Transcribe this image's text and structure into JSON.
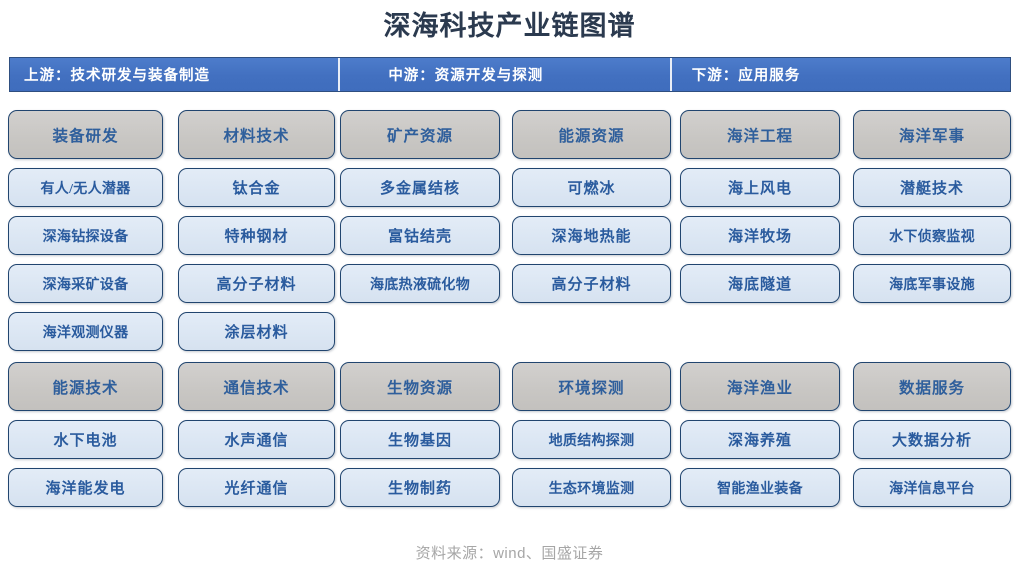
{
  "title": "深海科技产业链图谱",
  "stage_band": {
    "segments": [
      {
        "label": "上游：技术研发与装备制造"
      },
      {
        "label": "中游：资源开发与探测"
      },
      {
        "label": "下游：应用服务"
      }
    ],
    "color": "#4472c4",
    "text_color": "#ffffff"
  },
  "colors": {
    "title": "#2b3a4f",
    "band": "#4472c4",
    "category_fill": "#c8c6c4",
    "leaf_fill": "#dce6f1",
    "node_border": "#21456f",
    "node_text": "#2a5b9e",
    "source_text": "#a6a6a6"
  },
  "columns": [
    {
      "stage": "上游：技术研发与装备制造",
      "groups": [
        {
          "category": "装备研发",
          "items": [
            "有人/无人潜器",
            "深海钻探设备",
            "深海采矿设备",
            "海洋观测仪器"
          ]
        },
        {
          "category": "能源技术",
          "items": [
            "水下电池",
            "海洋能发电"
          ]
        }
      ]
    },
    {
      "stage": "上游：技术研发与装备制造",
      "groups": [
        {
          "category": "材料技术",
          "items": [
            "钛合金",
            "特种钢材",
            "高分子材料",
            "涂层材料"
          ]
        },
        {
          "category": "通信技术",
          "items": [
            "水声通信",
            "光纤通信"
          ]
        }
      ]
    },
    {
      "stage": "中游：资源开发与探测",
      "groups": [
        {
          "category": "矿产资源",
          "items": [
            "多金属结核",
            "富钴结壳",
            "海底热液硫化物"
          ]
        },
        {
          "category": "生物资源",
          "items": [
            "生物基因",
            "生物制药"
          ]
        }
      ]
    },
    {
      "stage": "中游：资源开发与探测",
      "groups": [
        {
          "category": "能源资源",
          "items": [
            "可燃冰",
            "深海地热能",
            "高分子材料"
          ]
        },
        {
          "category": "环境探测",
          "items": [
            "地质结构探测",
            "生态环境监测"
          ]
        }
      ]
    },
    {
      "stage": "下游：应用服务",
      "groups": [
        {
          "category": "海洋工程",
          "items": [
            "海上风电",
            "海洋牧场",
            "海底隧道"
          ]
        },
        {
          "category": "海洋渔业",
          "items": [
            "深海养殖",
            "智能渔业装备"
          ]
        }
      ]
    },
    {
      "stage": "下游：应用服务",
      "groups": [
        {
          "category": "海洋军事",
          "items": [
            "潜艇技术",
            "水下侦察监视",
            "海底军事设施"
          ]
        },
        {
          "category": "数据服务",
          "items": [
            "大数据分析",
            "海洋信息平台"
          ]
        }
      ]
    }
  ],
  "source_note": "资料来源：wind、国盛证券"
}
